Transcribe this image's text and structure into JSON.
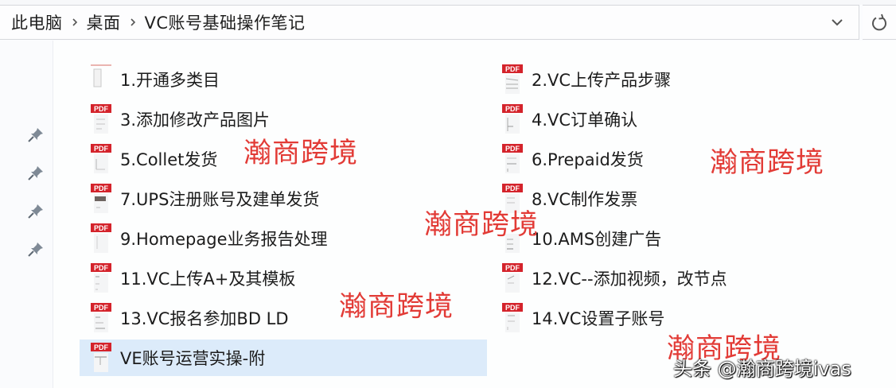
{
  "address_bar": {
    "breadcrumbs": [
      "此电脑",
      "桌面",
      "VC账号基础操作笔记"
    ],
    "separator_icon": "chevron-right-icon",
    "dropdown_icon": "chevron-down-icon",
    "refresh_icon": "refresh-icon"
  },
  "nav_pane": {
    "pinned_count": 4,
    "pin_icon": "pin-icon"
  },
  "files": {
    "left_column": [
      {
        "name": "1.开通多类目",
        "icon": "document-icon"
      },
      {
        "name": "3.添加修改产品图片",
        "icon": "pdf-icon"
      },
      {
        "name": "5.Collet发货",
        "icon": "pdf-icon"
      },
      {
        "name": "7.UPS注册账号及建单发货",
        "icon": "pdf-icon"
      },
      {
        "name": "9.Homepage业务报告处理",
        "icon": "pdf-icon"
      },
      {
        "name": "11.VC上传A+及其模板",
        "icon": "pdf-icon"
      },
      {
        "name": "13.VC报名参加BD LD",
        "icon": "pdf-icon"
      },
      {
        "name": "VE账号运营实操-附",
        "icon": "pdf-icon",
        "selected": true
      }
    ],
    "right_column": [
      {
        "name": "2.VC上传产品步骤",
        "icon": "pdf-icon"
      },
      {
        "name": "4.VC订单确认",
        "icon": "pdf-icon"
      },
      {
        "name": "6.Prepaid发货",
        "icon": "pdf-icon"
      },
      {
        "name": "8.VC制作发票",
        "icon": "pdf-icon"
      },
      {
        "name": "10.AMS创建广告",
        "icon": "pdf-icon"
      },
      {
        "name": "12.VC--添加视频，改节点",
        "icon": "pdf-icon"
      },
      {
        "name": "14.VC设置子账号",
        "icon": "pdf-icon"
      }
    ],
    "pdf_badge_label": "PDF"
  },
  "watermarks": {
    "text": "瀚商跨境",
    "color": "#e23b36",
    "credit": "头条 @瀚商跨境ivas"
  },
  "colors": {
    "selection": "#dcebfa",
    "pdf_red": "#d4232b",
    "pin_gray": "#7f8a96"
  }
}
